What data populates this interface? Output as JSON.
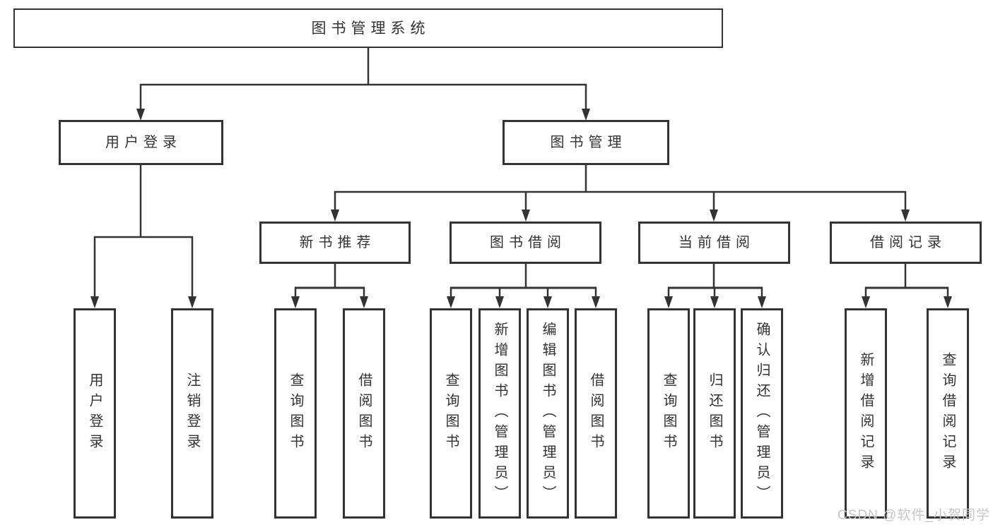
{
  "diagram_type": "hierarchy-tree",
  "tree": {
    "label": "图书管理系统",
    "children": [
      {
        "label": "用户登录",
        "children": [
          {
            "label": "用户登录"
          },
          {
            "label": "注销登录"
          }
        ]
      },
      {
        "label": "图书管理",
        "children": [
          {
            "label": "新书推荐",
            "children": [
              {
                "label": "查询图书"
              },
              {
                "label": "借阅图书"
              }
            ]
          },
          {
            "label": "图书借阅",
            "children": [
              {
                "label": "查询图书"
              },
              {
                "label": "新增图书（管理员）"
              },
              {
                "label": "编辑图书（管理员）"
              },
              {
                "label": "借阅图书"
              }
            ]
          },
          {
            "label": "当前借阅",
            "children": [
              {
                "label": "查询图书"
              },
              {
                "label": "归还图书"
              },
              {
                "label": "确认归还（管理员）"
              }
            ]
          },
          {
            "label": "借阅记录",
            "children": [
              {
                "label": "新增借阅记录"
              },
              {
                "label": "查询借阅记录"
              }
            ]
          }
        ]
      }
    ]
  },
  "watermark": "CSDN @软件_小贺同学",
  "colors": {
    "line": "#333333",
    "box_border": "#333333",
    "text": "#333333",
    "watermark": "#c6c6c6",
    "background": "#ffffff"
  }
}
